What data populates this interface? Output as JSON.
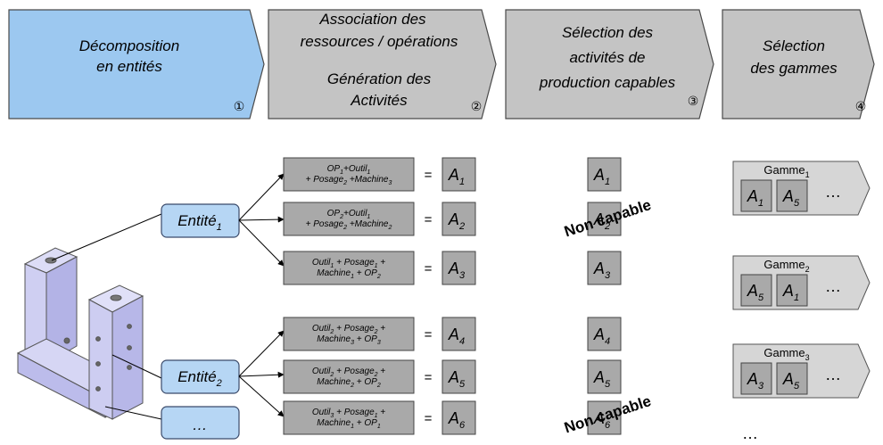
{
  "steps": [
    {
      "lines": [
        "Décomposition",
        "en entités"
      ],
      "num": "①"
    },
    {
      "lines": [
        "Association des",
        "ressources / opérations",
        "Génération des",
        "Activités"
      ],
      "num": "②"
    },
    {
      "lines": [
        "Sélection des",
        "activités de",
        "production capables"
      ],
      "num": "③"
    },
    {
      "lines": [
        "Sélection",
        "des gammes"
      ],
      "num": "④"
    }
  ],
  "entities": [
    {
      "name": "Entité",
      "sub": "1"
    },
    {
      "name": "Entité",
      "sub": "2"
    },
    {
      "name": "…",
      "sub": ""
    }
  ],
  "equals": "=",
  "combinations": [
    {
      "line1": [
        [
          "OP",
          "1"
        ],
        [
          "+Outil",
          "1"
        ]
      ],
      "line2": [
        [
          "+ Posage",
          "2"
        ],
        [
          " +Machine",
          "3"
        ]
      ],
      "activity": {
        "name": "A",
        "sub": "1"
      }
    },
    {
      "line1": [
        [
          "OP",
          "2"
        ],
        [
          "+Outil",
          "1"
        ]
      ],
      "line2": [
        [
          "+ Posage",
          "2"
        ],
        [
          " +Machine",
          "2"
        ]
      ],
      "activity": {
        "name": "A",
        "sub": "2"
      }
    },
    {
      "line1": [
        [
          "Outil",
          "1"
        ],
        [
          " + Posage",
          "1"
        ],
        [
          " +",
          ""
        ]
      ],
      "line2": [
        [
          "Machine",
          "1"
        ],
        [
          " + OP",
          "2"
        ]
      ],
      "activity": {
        "name": "A",
        "sub": "3"
      }
    },
    {
      "line1": [
        [
          "Outil",
          "2"
        ],
        [
          " + Posage",
          "2"
        ],
        [
          " +",
          ""
        ]
      ],
      "line2": [
        [
          "Machine",
          "3"
        ],
        [
          " + OP",
          "3"
        ]
      ],
      "activity": {
        "name": "A",
        "sub": "4"
      }
    },
    {
      "line1": [
        [
          "Outil",
          "2"
        ],
        [
          " + Posage",
          "2"
        ],
        [
          " +",
          ""
        ]
      ],
      "line2": [
        [
          "Machine",
          "2"
        ],
        [
          " + OP",
          "2"
        ]
      ],
      "activity": {
        "name": "A",
        "sub": "5"
      }
    },
    {
      "line1": [
        [
          "Outil",
          "3"
        ],
        [
          " + Posage",
          "1"
        ],
        [
          " +",
          ""
        ]
      ],
      "line2": [
        [
          "Machine",
          "1"
        ],
        [
          " + OP",
          "1"
        ]
      ],
      "activity": {
        "name": "A",
        "sub": "6"
      }
    }
  ],
  "selected_activities": [
    {
      "name": "A",
      "sub": "1",
      "non_capable": false
    },
    {
      "name": "A",
      "sub": "2",
      "non_capable": true
    },
    {
      "name": "A",
      "sub": "3",
      "non_capable": false
    },
    {
      "name": "A",
      "sub": "4",
      "non_capable": false
    },
    {
      "name": "A",
      "sub": "5",
      "non_capable": false
    },
    {
      "name": "A",
      "sub": "6",
      "non_capable": true
    }
  ],
  "non_capable_label": "Non capable",
  "gammes": [
    {
      "label": "Gamme",
      "sub": "1",
      "activities": [
        {
          "name": "A",
          "sub": "1"
        },
        {
          "name": "A",
          "sub": "5"
        }
      ],
      "more": "…"
    },
    {
      "label": "Gamme",
      "sub": "2",
      "activities": [
        {
          "name": "A",
          "sub": "5"
        },
        {
          "name": "A",
          "sub": "1"
        }
      ],
      "more": "…"
    },
    {
      "label": "Gamme",
      "sub": "3",
      "activities": [
        {
          "name": "A",
          "sub": "3"
        },
        {
          "name": "A",
          "sub": "5"
        }
      ],
      "more": "…"
    }
  ],
  "gammes_more": "…",
  "colors": {
    "step_active": "#9cc8f0",
    "step_inactive": "#c4c4c4",
    "entity_fill": "#b6d6f4",
    "combo_fill": "#a9a9a9",
    "activity_fill": "#a9a9a9",
    "gamme_fill": "#d6d6d6",
    "part_fill": "#c9c9ee"
  }
}
